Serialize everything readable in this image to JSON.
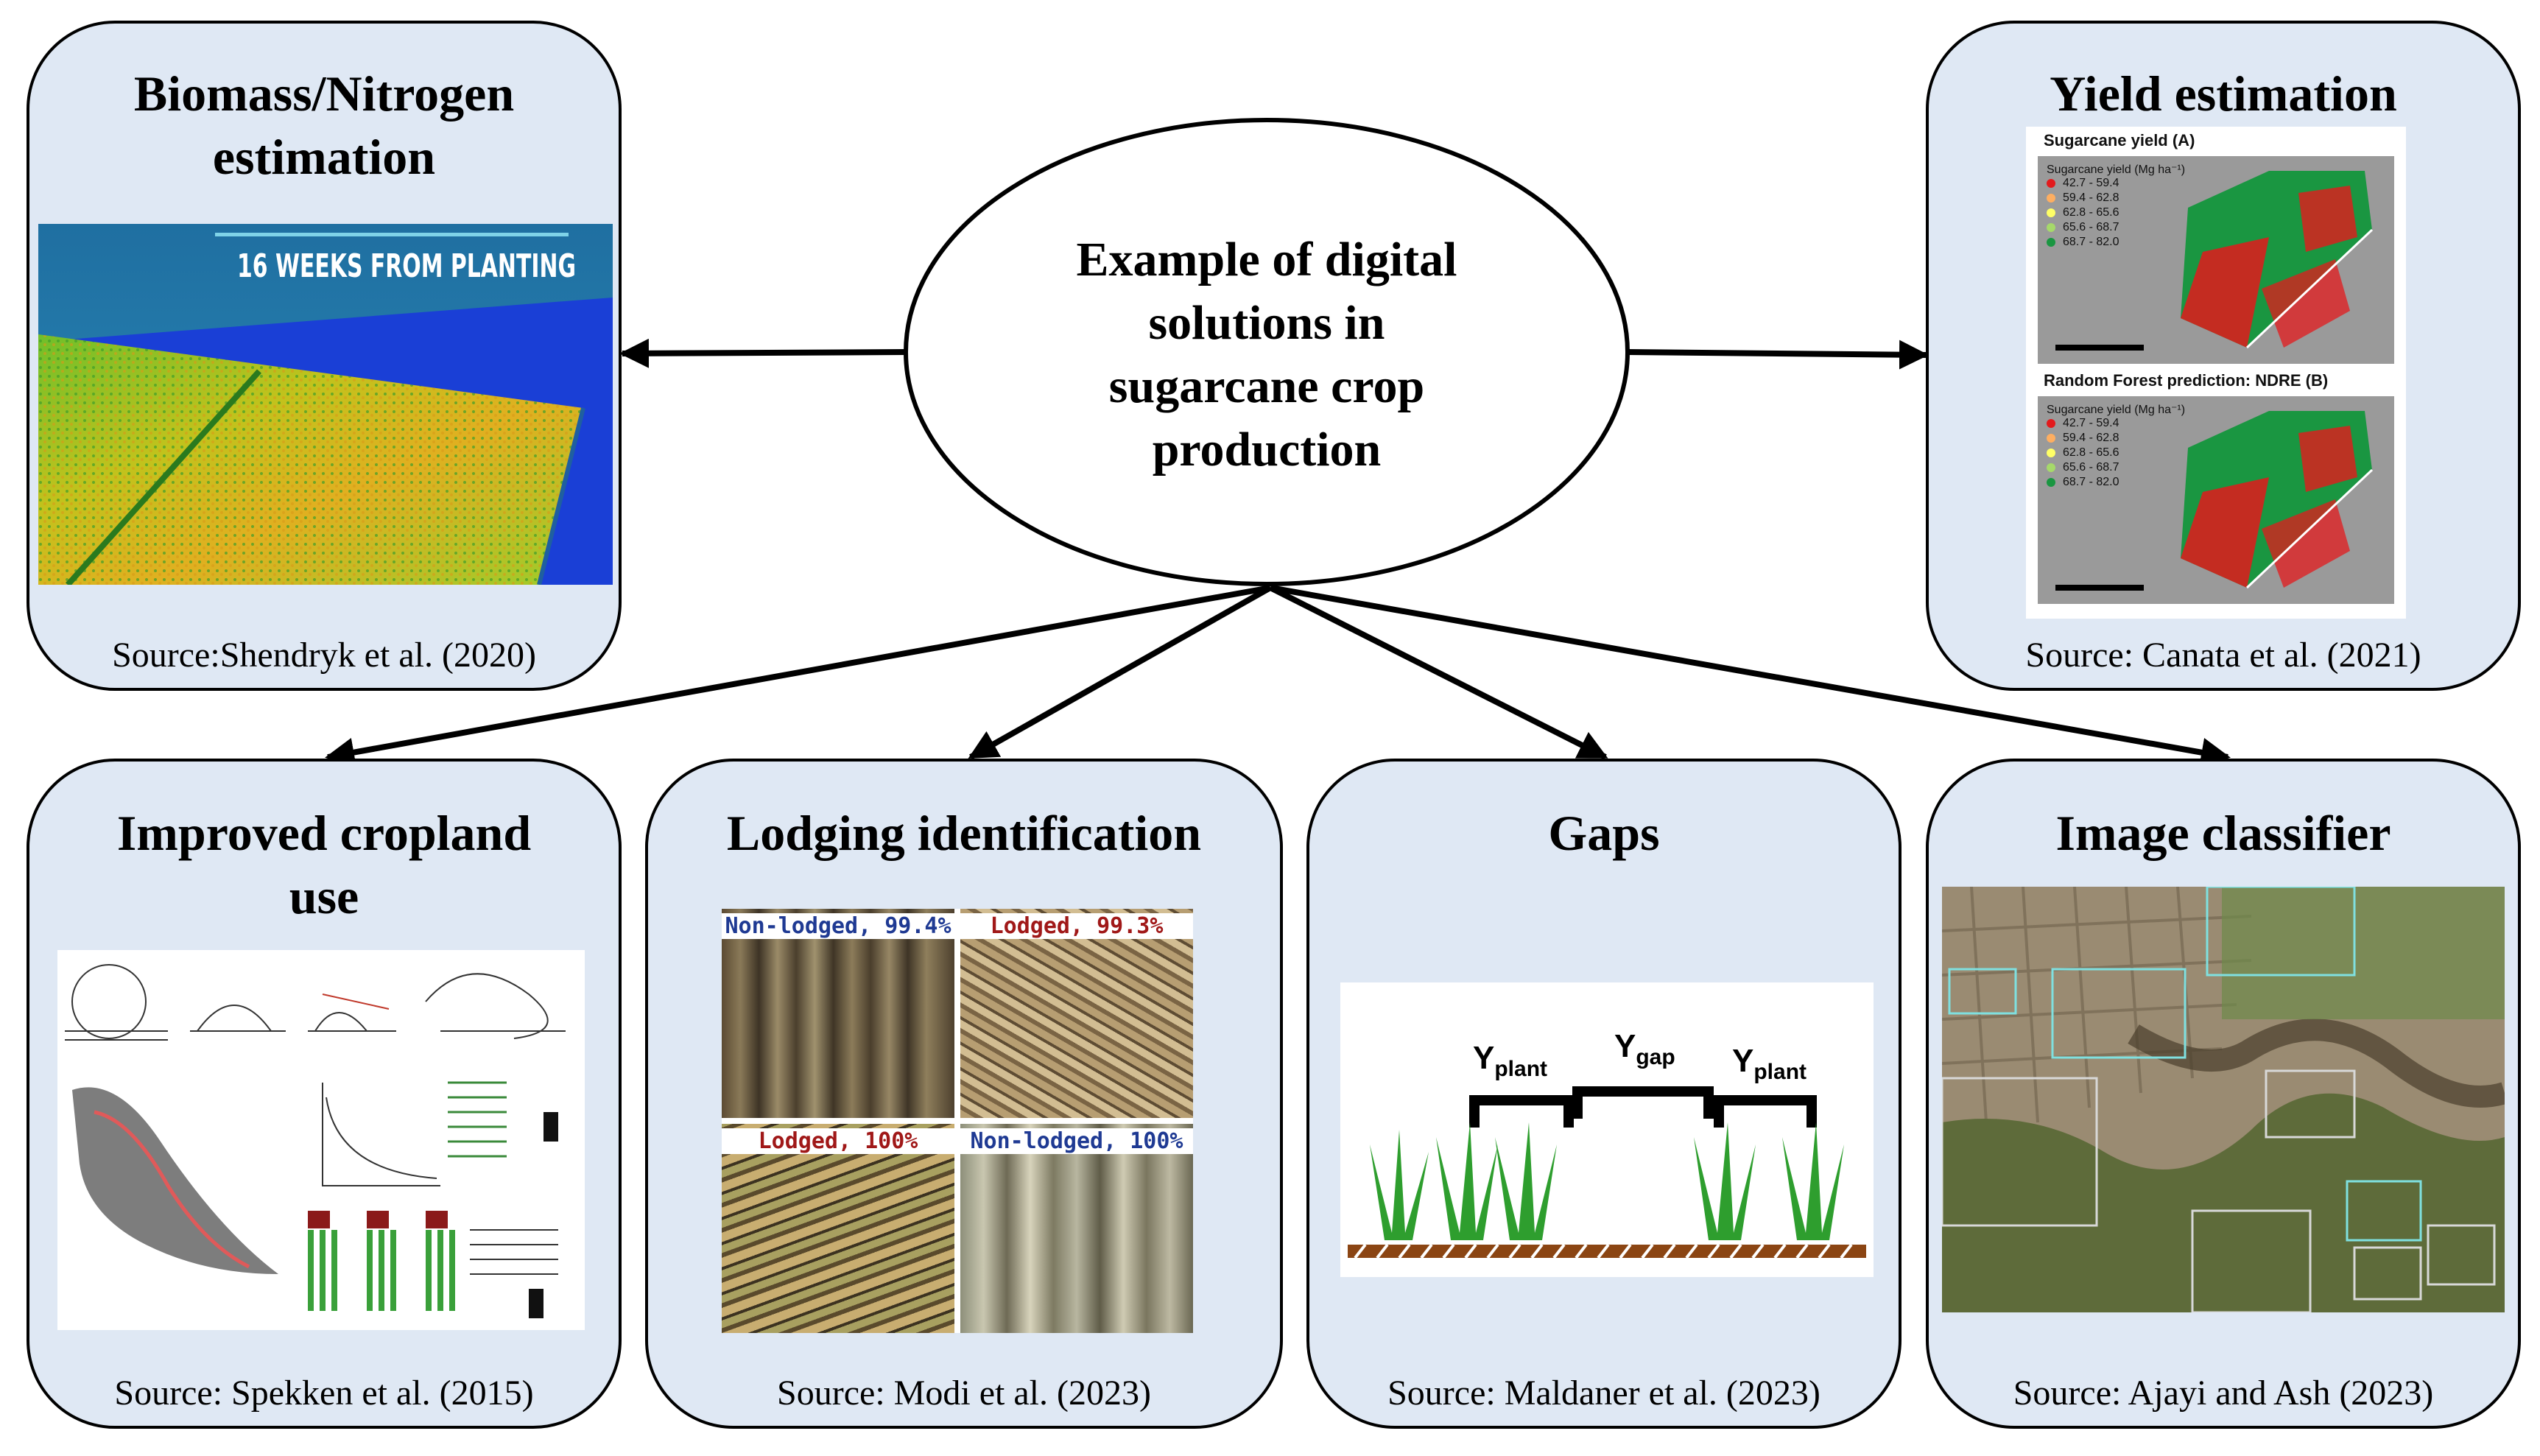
{
  "center": {
    "lines": [
      "Example of digital",
      "solutions in",
      "sugarcane crop",
      "production"
    ]
  },
  "cards": {
    "biomass": {
      "title_lines": [
        "Biomass/Nitrogen",
        "estimation"
      ],
      "overlay": "16 WEEKS FROM PLANTING",
      "source": "Source:Shendryk et al. (2020)"
    },
    "yield": {
      "title": "Yield estimation",
      "map_a_title": "Sugarcane yield (A)",
      "map_b_title": "Random Forest prediction: NDRE (B)",
      "legend_title": "Sugarcane yield (Mg ha⁻¹)",
      "legend": [
        "42.7 - 59.4",
        "59.4 - 62.8",
        "62.8 - 65.6",
        "65.6 - 68.7",
        "68.7 - 82.0"
      ],
      "legend_colors": [
        "#e31a1c",
        "#fdae61",
        "#ffff66",
        "#a6d96a",
        "#1a9641"
      ],
      "source": "Source: Canata et al. (2021)"
    },
    "cropland": {
      "title_lines": [
        "Improved cropland",
        "use"
      ],
      "source": "Source: Spekken et al. (2015)"
    },
    "lodging": {
      "title": "Lodging identification",
      "labels": [
        "Non-lodged, 99.4%",
        "Lodged, 99.3%",
        "Lodged, 100%",
        "Non-lodged, 100%"
      ],
      "source": "Source: Modi et al. (2023)"
    },
    "gaps": {
      "title": "Gaps",
      "y_main": "Y",
      "sub_plant": "plant",
      "sub_gap": "gap",
      "source": "Source: Maldaner et al. (2023)"
    },
    "classifier": {
      "title": "Image classifier",
      "source": "Source: Ajayi and Ash (2023)"
    }
  },
  "colors": {
    "card_fill": "#dfe8f4",
    "border": "#000000",
    "crop_green": "#2e9e2e",
    "soil_brown": "#8b4513"
  }
}
